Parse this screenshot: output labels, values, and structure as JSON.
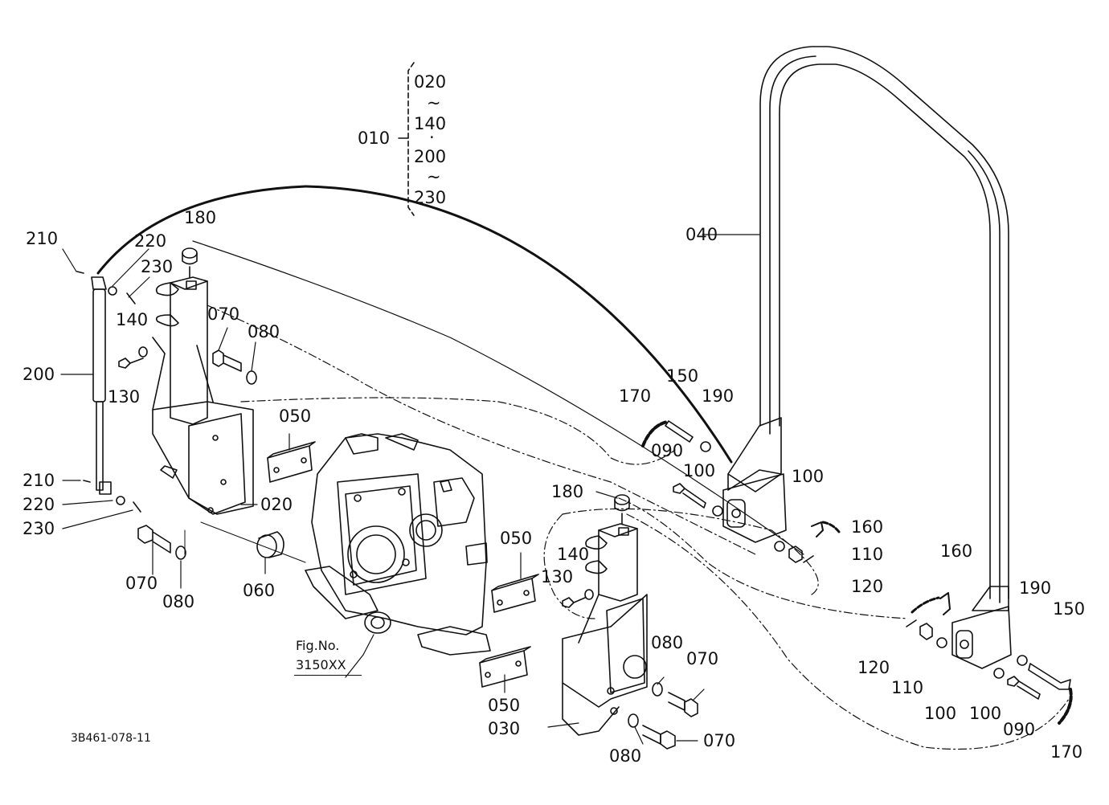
{
  "diagram": {
    "drawing_id": "3B461-078-11",
    "figure_ref": {
      "line1": "Fig.No.",
      "line2": "3150XX"
    },
    "assembly_group": {
      "parent": "010",
      "range": [
        "020",
        "140",
        "200",
        "230"
      ],
      "range_separator": "~",
      "list_separator": "·"
    },
    "callouts": {
      "c_210_top": "210",
      "c_220_top": "220",
      "c_230_top": "230",
      "c_180_left": "180",
      "c_140_left": "140",
      "c_130_left": "130",
      "c_200": "200",
      "c_070_top": "070",
      "c_080_top": "080",
      "c_050_top": "050",
      "c_210_bot": "210",
      "c_220_bot": "220",
      "c_230_bot": "230",
      "c_020": "020",
      "c_070_bot": "070",
      "c_080_bot": "080",
      "c_060": "060",
      "c_040": "040",
      "c_150_mid": "150",
      "c_170_mid": "170",
      "c_190_mid": "190",
      "c_090_mid": "090",
      "c_100_mid_a": "100",
      "c_100_mid_b": "100",
      "c_160_mid": "160",
      "c_110_mid": "110",
      "c_120_mid": "120",
      "c_180_mid": "180",
      "c_050_mid": "050",
      "c_140_mid": "140",
      "c_130_mid": "130",
      "c_160_right": "160",
      "c_190_right": "190",
      "c_150_right": "150",
      "c_120_right": "120",
      "c_110_right": "110",
      "c_100_right_a": "100",
      "c_100_right_b": "100",
      "c_090_right": "090",
      "c_170_right": "170",
      "c_080_mid": "080",
      "c_070_mid": "070",
      "c_050_bot": "050",
      "c_030": "030",
      "c_080_low": "080",
      "c_070_low": "070"
    }
  }
}
